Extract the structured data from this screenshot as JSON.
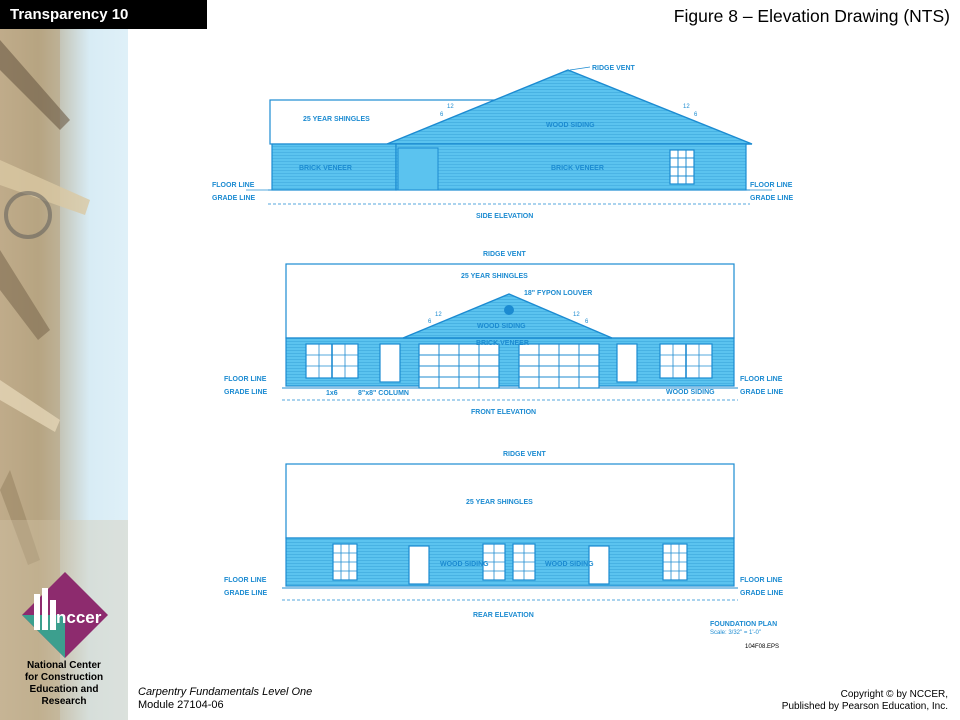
{
  "header": {
    "tag": "Transparency 10",
    "title": "Figure 8 – Elevation Drawing (NTS)"
  },
  "footer": {
    "org_name": [
      "National Center",
      "for Construction",
      "Education and",
      "Research"
    ],
    "logo_text": "nccer",
    "course": "Carpentry Fundamentals Level One",
    "module": "Module 27104-06",
    "copyright": "Copyright © by NCCER,",
    "publisher": "Published by Pearson Education, Inc."
  },
  "colors": {
    "drawing_line": "#1c8bd1",
    "drawing_fill": "#5bc3ef",
    "roof_fill": "#ffffff",
    "logo_purple": "#8d2b6e",
    "logo_green": "#3c9f8e"
  },
  "drawings": {
    "side": {
      "ridge_vent": "RIDGE VENT",
      "shingles": "25 YEAR SHINGLES",
      "siding": "WOOD SIDING",
      "veneer_left": "BRICK VENEER",
      "veneer_right": "BRICK VENEER",
      "pitch_rise": "12",
      "pitch_run": "6",
      "floor_line": "FLOOR LINE",
      "grade_line": "GRADE LINE",
      "caption": "SIDE ELEVATION"
    },
    "front": {
      "ridge_vent": "RIDGE VENT",
      "shingles": "25 YEAR SHINGLES",
      "louver": "18\" FYPON LOUVER",
      "siding": "WOOD SIDING",
      "veneer": "BRICK VENEER",
      "pitch_rise": "12",
      "pitch_run": "6",
      "trim": "1x6",
      "column": "8\"x8\" COLUMN",
      "siding_right": "WOOD SIDING",
      "floor_line": "FLOOR LINE",
      "grade_line": "GRADE LINE",
      "caption": "FRONT ELEVATION"
    },
    "rear": {
      "ridge_vent": "RIDGE VENT",
      "shingles": "25 YEAR SHINGLES",
      "siding_left": "WOOD SIDING",
      "siding_right": "WOOD SIDING",
      "floor_line": "FLOOR LINE",
      "grade_line": "GRADE LINE",
      "caption": "REAR ELEVATION"
    },
    "foundation_plan": "FOUNDATION PLAN",
    "scale": "Scale: 3/32\" = 1'-0\"",
    "file_id": "104F08.EPS"
  }
}
